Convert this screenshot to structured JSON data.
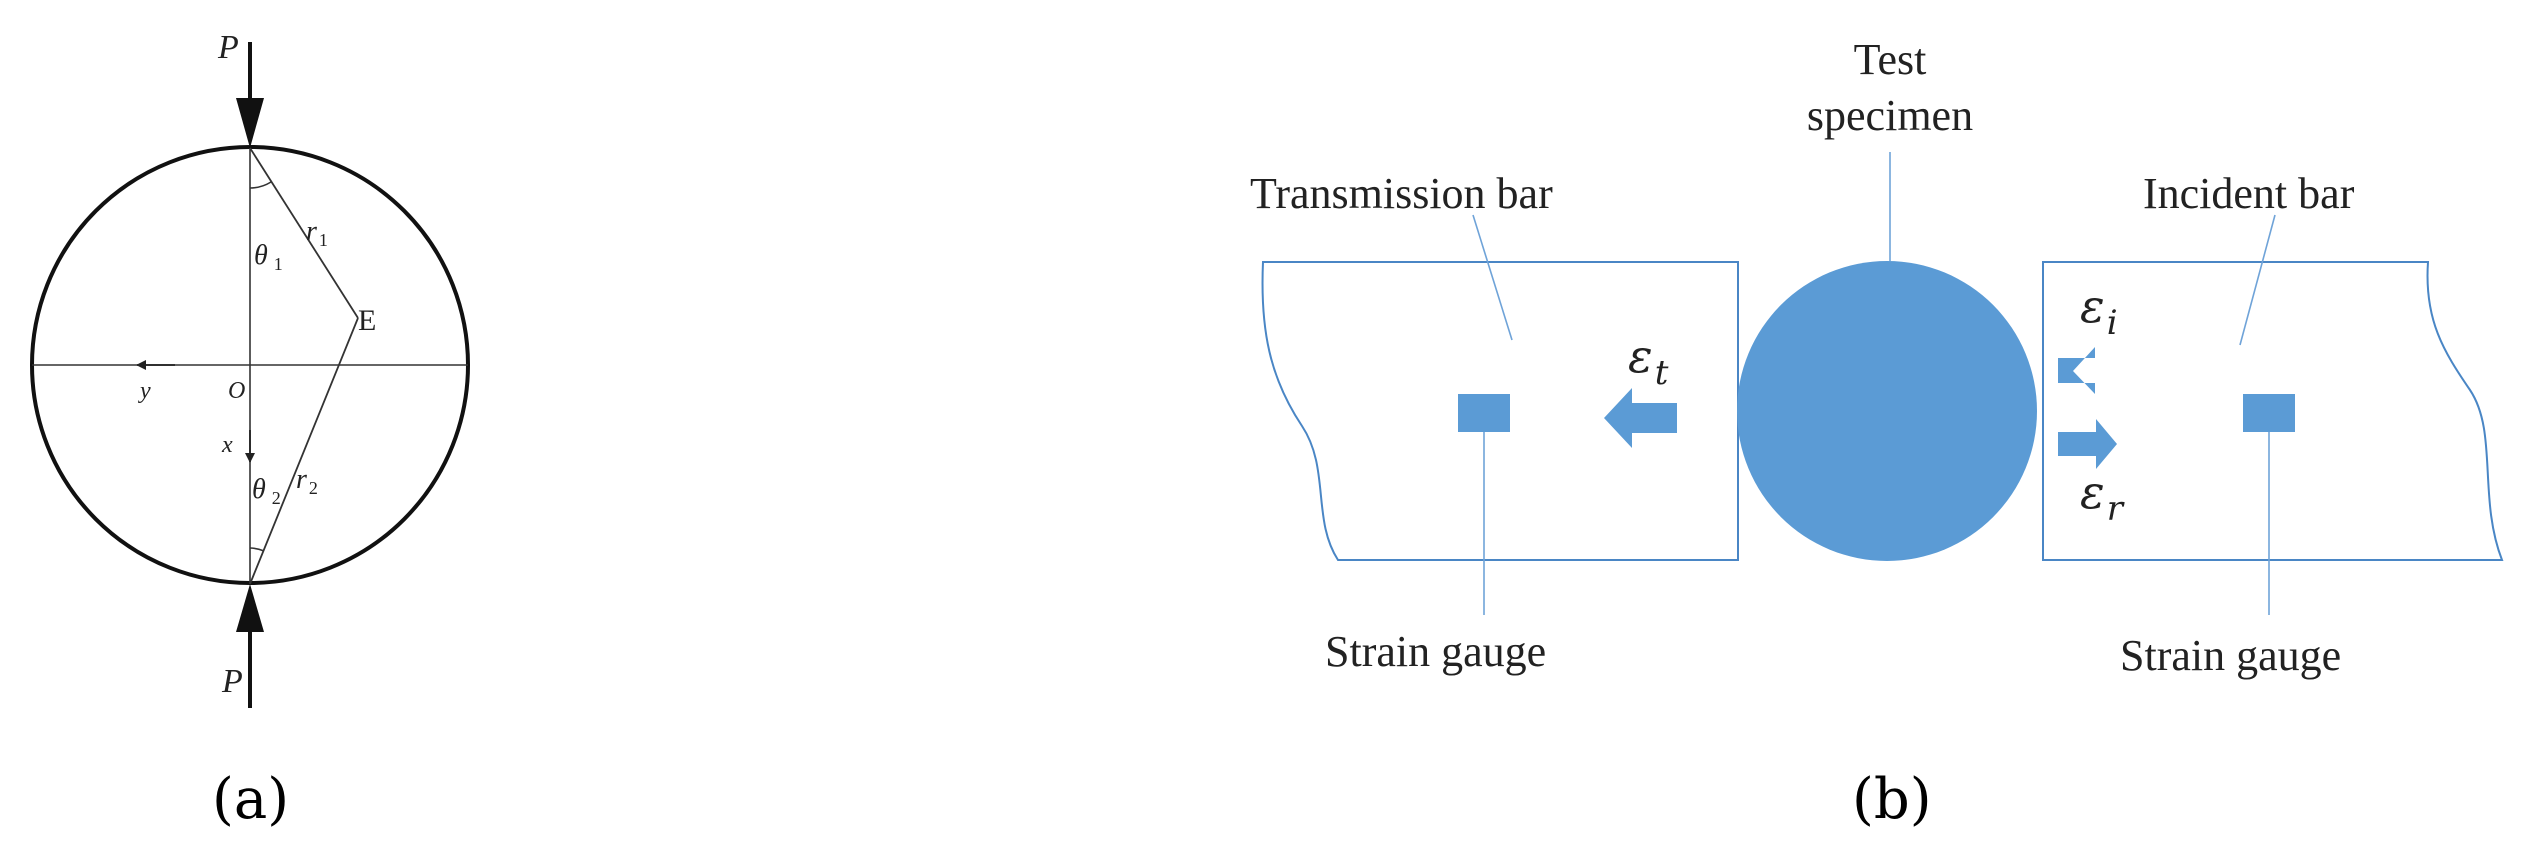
{
  "panel_a": {
    "caption": "(a)",
    "load_top": "P",
    "load_bottom": "P",
    "theta1": "θ",
    "theta1_sub": "1",
    "r1": "r",
    "r1_sub": "1",
    "point_e": "E",
    "origin": "O",
    "axis_y": "y",
    "axis_x": "x",
    "theta2": "θ",
    "theta2_sub": "2",
    "r2": "r",
    "r2_sub": "2"
  },
  "panel_b": {
    "caption": "(b)",
    "transmission_bar": "Transmission bar",
    "specimen_line1": "Test",
    "specimen_line2": "specimen",
    "incident_bar": "Incident bar",
    "strain_gauge_left": "Strain gauge",
    "strain_gauge_right": "Strain gauge",
    "eps_t": "ε",
    "eps_t_sub": "t",
    "eps_i": "ε",
    "eps_i_sub": "i",
    "eps_r": "ε",
    "eps_r_sub": "r",
    "accent_color": "#5b9bd5",
    "edge_color": "#4a86c5"
  }
}
